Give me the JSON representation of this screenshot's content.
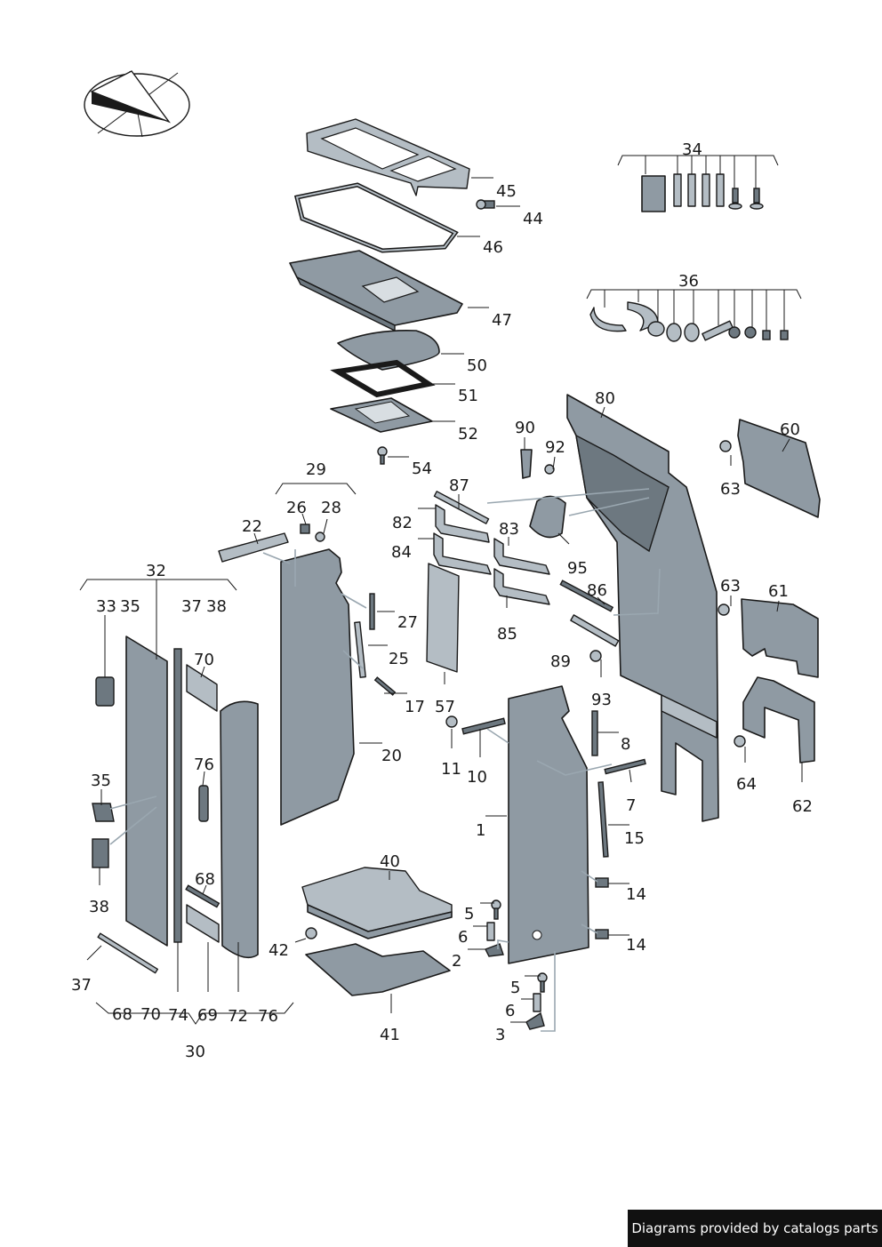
{
  "footer_text": "Diagrams provided by catalogs parts",
  "callouts": [
    {
      "id": "c45",
      "text": "45"
    },
    {
      "id": "c44",
      "text": "44"
    },
    {
      "id": "c46",
      "text": "46"
    },
    {
      "id": "c47",
      "text": "47"
    },
    {
      "id": "c50",
      "text": "50"
    },
    {
      "id": "c51",
      "text": "51"
    },
    {
      "id": "c52",
      "text": "52"
    },
    {
      "id": "c54",
      "text": "54"
    },
    {
      "id": "c34",
      "text": "34"
    },
    {
      "id": "c36",
      "text": "36"
    },
    {
      "id": "c80",
      "text": "80"
    },
    {
      "id": "c60",
      "text": "60"
    },
    {
      "id": "c63a",
      "text": "63"
    },
    {
      "id": "c63b",
      "text": "63"
    },
    {
      "id": "c61",
      "text": "61"
    },
    {
      "id": "c64",
      "text": "64"
    },
    {
      "id": "c62",
      "text": "62"
    },
    {
      "id": "c90",
      "text": "90"
    },
    {
      "id": "c92",
      "text": "92"
    },
    {
      "id": "c95",
      "text": "95"
    },
    {
      "id": "c87",
      "text": "87"
    },
    {
      "id": "c82",
      "text": "82"
    },
    {
      "id": "c83",
      "text": "83"
    },
    {
      "id": "c84",
      "text": "84"
    },
    {
      "id": "c86",
      "text": "86"
    },
    {
      "id": "c85",
      "text": "85"
    },
    {
      "id": "c89",
      "text": "89"
    },
    {
      "id": "c93",
      "text": "93"
    },
    {
      "id": "c57",
      "text": "57"
    },
    {
      "id": "c29",
      "text": "29"
    },
    {
      "id": "c26",
      "text": "26"
    },
    {
      "id": "c28",
      "text": "28"
    },
    {
      "id": "c22",
      "text": "22"
    },
    {
      "id": "c27",
      "text": "27"
    },
    {
      "id": "c25",
      "text": "25"
    },
    {
      "id": "c17",
      "text": "17"
    },
    {
      "id": "c20",
      "text": "20"
    },
    {
      "id": "c32",
      "text": "32"
    },
    {
      "id": "c33",
      "text": "33"
    },
    {
      "id": "c35a",
      "text": "35"
    },
    {
      "id": "c37a",
      "text": "37"
    },
    {
      "id": "c38a",
      "text": "38"
    },
    {
      "id": "c70a",
      "text": "70"
    },
    {
      "id": "c76a",
      "text": "76"
    },
    {
      "id": "c35b",
      "text": "35"
    },
    {
      "id": "c38b",
      "text": "38"
    },
    {
      "id": "c68a",
      "text": "68"
    },
    {
      "id": "c37b",
      "text": "37"
    },
    {
      "id": "c68b",
      "text": "68"
    },
    {
      "id": "c70b",
      "text": "70"
    },
    {
      "id": "c74",
      "text": "74"
    },
    {
      "id": "c69",
      "text": "69"
    },
    {
      "id": "c72",
      "text": "72"
    },
    {
      "id": "c76b",
      "text": "76"
    },
    {
      "id": "c30",
      "text": "30"
    },
    {
      "id": "c11",
      "text": "11"
    },
    {
      "id": "c10",
      "text": "10"
    },
    {
      "id": "c8",
      "text": "8"
    },
    {
      "id": "c7",
      "text": "7"
    },
    {
      "id": "c15",
      "text": "15"
    },
    {
      "id": "c1",
      "text": "1"
    },
    {
      "id": "c14a",
      "text": "14"
    },
    {
      "id": "c14b",
      "text": "14"
    },
    {
      "id": "c5a",
      "text": "5"
    },
    {
      "id": "c6a",
      "text": "6"
    },
    {
      "id": "c2",
      "text": "2"
    },
    {
      "id": "c5b",
      "text": "5"
    },
    {
      "id": "c6b",
      "text": "6"
    },
    {
      "id": "c3",
      "text": "3"
    },
    {
      "id": "c40",
      "text": "40"
    },
    {
      "id": "c42",
      "text": "42"
    },
    {
      "id": "c41",
      "text": "41"
    }
  ]
}
